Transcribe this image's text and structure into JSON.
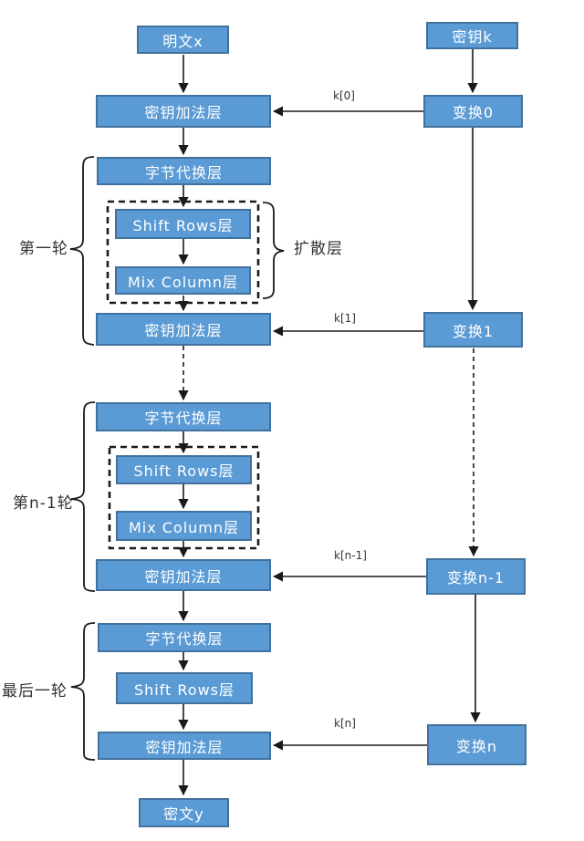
{
  "nodes": {
    "plaintext": "明文x",
    "key": "密钥k",
    "key_addition_1": "密钥加法层",
    "transform_0": "变换0",
    "byte_substitution_1": "字节代换层",
    "shift_rows_1": "Shift Rows层",
    "mix_column_1": "Mix Column层",
    "key_addition_2": "密钥加法层",
    "transform_1": "变换1",
    "byte_substitution_2": "字节代换层",
    "shift_rows_2": "Shift Rows层",
    "mix_column_2": "Mix Column层",
    "key_addition_3": "密钥加法层",
    "transform_n_minus_1": "变换n-1",
    "byte_substitution_3": "字节代换层",
    "shift_rows_3": "Shift Rows层",
    "key_addition_4": "密钥加法层",
    "transform_n": "变换n",
    "ciphertext": "密文y"
  },
  "annotations": {
    "round_first": "第一轮",
    "round_n_minus_1": "第n-1轮",
    "round_last": "最后一轮",
    "diffusion_layer": "扩散层",
    "key_0": "k[0]",
    "key_1": "k[1]",
    "key_n_minus_1": "k[n-1]",
    "key_n": "k[n]"
  },
  "colors": {
    "node_fill": "#5b9bd5",
    "node_border": "#41719c",
    "node_text": "#ffffff",
    "line": "#1a1a1a",
    "annotation_text": "#333333"
  }
}
